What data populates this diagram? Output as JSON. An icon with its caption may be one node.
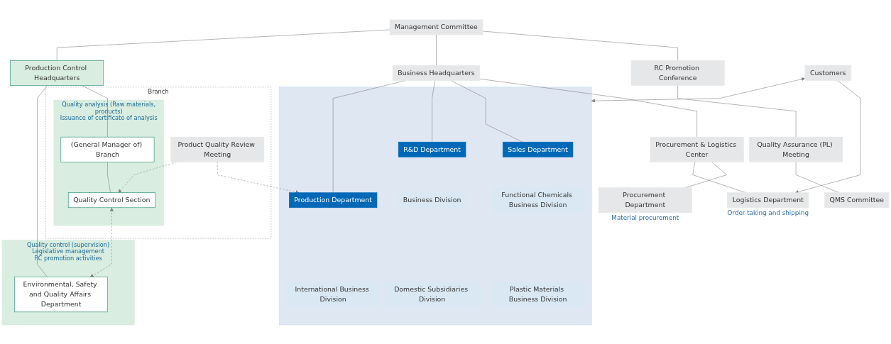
{
  "diagram": {
    "nodes": [
      {
        "text": [
          "Management Committee"
        ]
      },
      {
        "text": [
          "RC Promotion Conference"
        ]
      },
      {
        "text": [
          "Quality Assurance (PL) Meeting"
        ]
      },
      {
        "text": [
          "QMS Committee"
        ]
      },
      {
        "text": [
          "Business Headquarters"
        ]
      },
      {
        "text": [
          "Production Control Headquarters"
        ]
      },
      {
        "text": [
          "Procurement & Logistics Center"
        ]
      },
      {
        "text": [
          "Procurement Department"
        ],
        "beside": [
          "Material procurement"
        ]
      },
      {
        "text": [
          "Logistics Department"
        ],
        "beside": [
          "Order taking and shipping"
        ]
      },
      {
        "text": [
          "Customers"
        ]
      },
      {
        "text": [],
        "shape": "box"
      },
      {
        "text": [
          "Sales Department"
        ],
        "in": 10
      },
      {
        "text": [
          "R&D Department"
        ],
        "in": 10
      },
      {
        "text": [
          "Production Department"
        ],
        "in": 10
      },
      {
        "text": [
          "Functional Chemicals Business Division"
        ],
        "in": 10
      },
      {
        "text": [
          "Plastic Materials Business Division"
        ],
        "in": 10
      },
      {
        "text": [
          "Business Division"
        ],
        "in": 10
      },
      {
        "text": [
          "Domestic Subsidiaries Division"
        ],
        "in": 10
      },
      {
        "text": [
          "International Business Division"
        ],
        "in": 10
      },
      {
        "text": [
          "Branch"
        ]
      },
      {
        "text": [
          "Product Quality Review Meeting"
        ],
        "in": 19
      },
      {
        "text": [
          "Quality analysis (Raw materials, products)",
          "Issuance of certificate of analysis"
        ],
        "in": 19
      },
      {
        "text": [
          "(General Manager of) Branch"
        ],
        "in": 21
      },
      {
        "text": [
          "Quality Control Section"
        ],
        "in": 21
      },
      {
        "text": [
          "Quality control (supervision)",
          "Legislative management",
          "RC promotion activities"
        ]
      },
      {
        "text": [
          "Environmental, Safety and Quality Affairs Department"
        ],
        "in": 24
      }
    ],
    "edges": [
      {
        "from": 0,
        "to": 1,
        "arrow": "none"
      },
      {
        "from": 1,
        "to": 2,
        "arrow": "none"
      },
      {
        "from": 2,
        "to": 3,
        "arrow": "none"
      },
      {
        "from": 0,
        "to": 4,
        "arrow": "none"
      },
      {
        "from": 0,
        "to": 5,
        "arrow": "none"
      },
      {
        "from": 4,
        "to": 6,
        "arrow": "none"
      },
      {
        "from": 4,
        "to": 11,
        "arrow": "none"
      },
      {
        "from": 4,
        "to": 12,
        "arrow": "none"
      },
      {
        "from": 4,
        "to": 13,
        "arrow": "none"
      },
      {
        "from": 6,
        "to": 7,
        "arrow": "none"
      },
      {
        "from": 6,
        "to": 8,
        "arrow": "none"
      },
      {
        "from": 9,
        "to": 8,
        "arrow": "to"
      },
      {
        "from": 9,
        "to": 10,
        "arrow": "both"
      },
      {
        "from": 20,
        "to": 13,
        "arrow": "to",
        "style": "dashed"
      },
      {
        "from": 20,
        "to": 23,
        "arrow": "to",
        "style": "dashed"
      },
      {
        "from": 23,
        "to": 25,
        "arrow": "both",
        "style": "dashed"
      },
      {
        "from": 5,
        "to": 22,
        "arrow": "none"
      },
      {
        "from": 22,
        "to": 23,
        "arrow": "none"
      },
      {
        "from": 5,
        "to": 25,
        "arrow": "none"
      }
    ]
  }
}
